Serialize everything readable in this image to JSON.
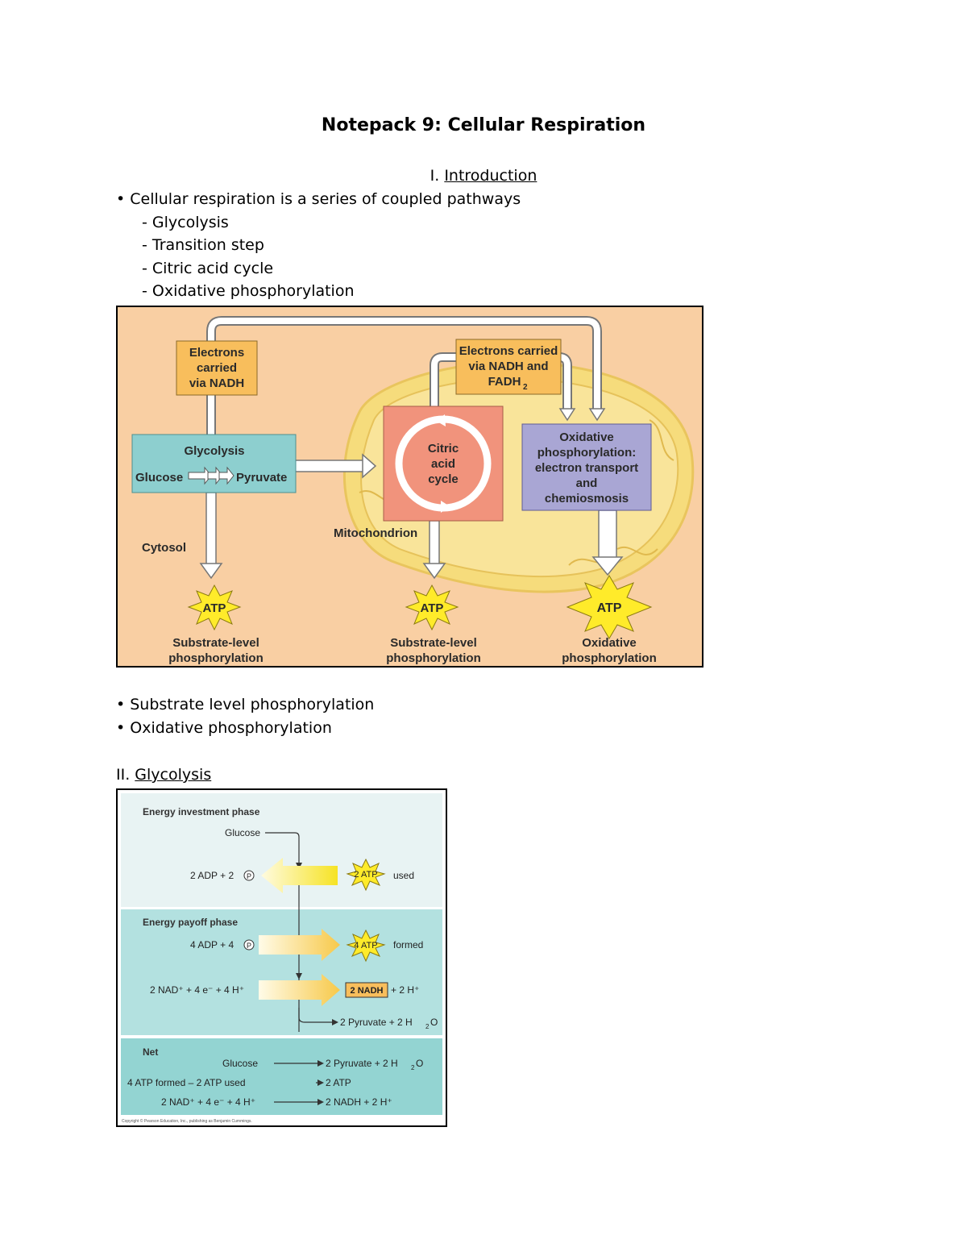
{
  "title": "Notepack 9: Cellular Respiration",
  "section1": {
    "numeral": "I. ",
    "heading": "Introduction"
  },
  "intro_bullet": "• Cellular respiration is a series of coupled pathways",
  "pathways": [
    "- Glycolysis",
    "- Transition step",
    "- Citric acid cycle",
    "- Oxidative phosphorylation"
  ],
  "figure1": {
    "electrons_nadh": [
      "Electrons",
      "carried",
      "via NADH"
    ],
    "electrons_nadh_fadh": [
      "Electrons carried",
      "via NADH and",
      "FADH"
    ],
    "fadh_subscript": "2",
    "glycolysis": "Glycolysis",
    "glucose": "Glucose",
    "pyruvate": "Pyruvate",
    "citric": [
      "Citric",
      "acid",
      "cycle"
    ],
    "oxidative_box": [
      "Oxidative",
      "phosphorylation:",
      "electron transport",
      "and",
      "chemiosmosis"
    ],
    "cytosol": "Cytosol",
    "mitochondrion": "Mitochondrion",
    "atp": "ATP",
    "labels": [
      [
        "Substrate-level",
        "phosphorylation"
      ],
      [
        "Substrate-level",
        "phosphorylation"
      ],
      [
        "Oxidative",
        "phosphorylation"
      ]
    ]
  },
  "bullets2": [
    "• Substrate level phosphorylation",
    "• Oxidative phosphorylation"
  ],
  "section2": {
    "numeral": "II. ",
    "heading": "Glycolysis"
  },
  "figure2": {
    "investment_phase": "Energy investment phase",
    "glucose": "Glucose",
    "adp2": "2 ADP + 2",
    "p": "P",
    "atp2": "2 ATP",
    "used": "used",
    "payoff_phase": "Energy payoff phase",
    "adp4": "4 ADP + 4",
    "atp4": "4 ATP",
    "formed": "formed",
    "nad_reactants": "2 NAD⁺ +  4 e⁻ + 4 H⁺",
    "nadh2": "2 NADH",
    "plus_2h": "+ 2 H⁺",
    "pyruvate_water": "2 Pyruvate + 2 H",
    "water_tail": "O",
    "sub2": "2",
    "net": "Net",
    "net_glucose": "Glucose",
    "net_pyruvate": "2 Pyruvate + 2 H",
    "net_atp_left": "4 ATP formed – 2 ATP used",
    "net_atp_right": "2 ATP",
    "net_nad_left": "2 NAD⁺ +  4 e⁻ + 4 H⁺",
    "net_nad_right": "2 NADH + 2 H⁺",
    "copyright": "Copyright © Pearson Education, Inc., publishing as Benjamin Cummings."
  }
}
